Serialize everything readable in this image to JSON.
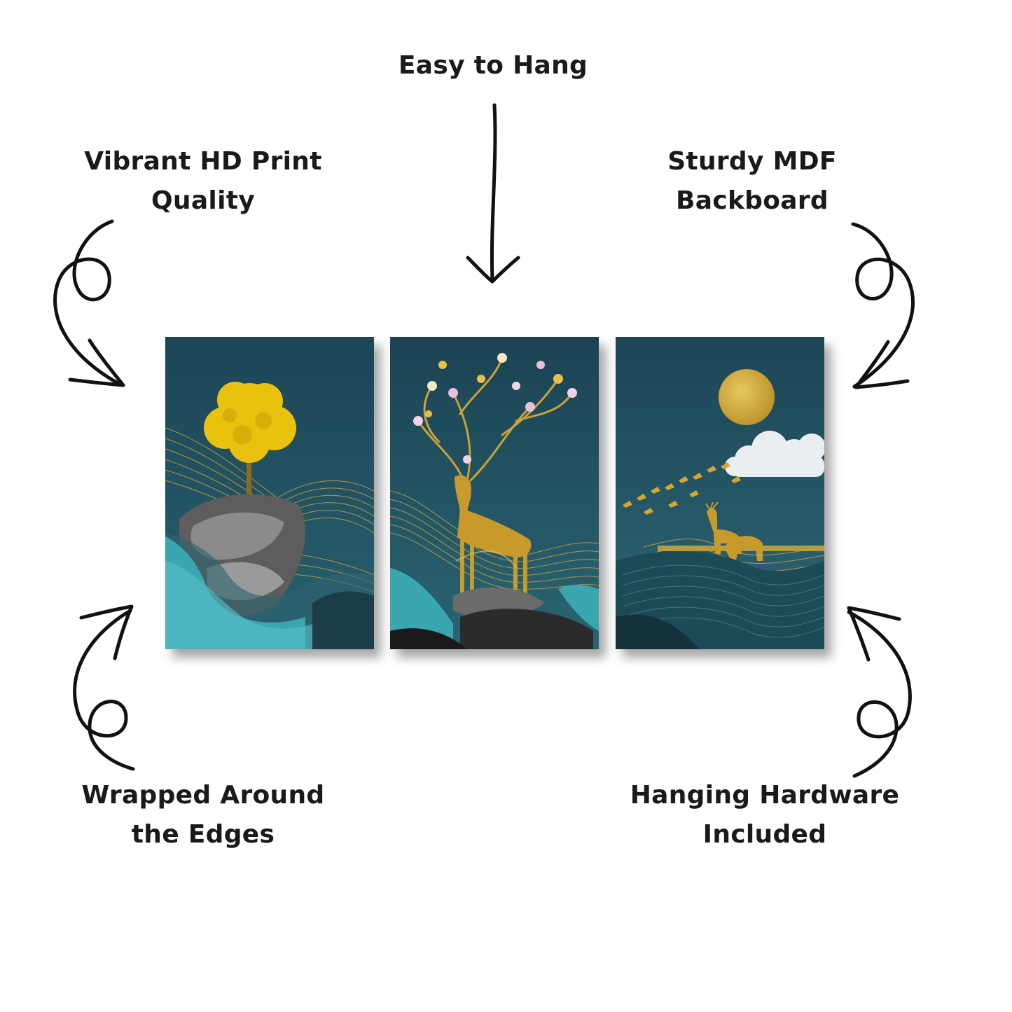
{
  "callouts": {
    "top": {
      "lines": [
        "Easy to Hang"
      ]
    },
    "top_left": {
      "lines": [
        "Vibrant HD Print",
        "Quality"
      ]
    },
    "top_right": {
      "lines": [
        "Sturdy MDF",
        "Backboard"
      ]
    },
    "bottom_left": {
      "lines": [
        "Wrapped Around",
        "the Edges"
      ]
    },
    "bottom_right": {
      "lines": [
        "Hanging Hardware",
        "Included"
      ]
    }
  },
  "colors": {
    "text": "#1a1a1a",
    "canvas_teal": "#1f4d5c",
    "gold": "#c9a23a",
    "tree_yellow": "#e8c20c",
    "turquoise": "#3aa6b0"
  },
  "icons": [
    "curly-arrow-icon",
    "straight-down-arrow-icon"
  ]
}
